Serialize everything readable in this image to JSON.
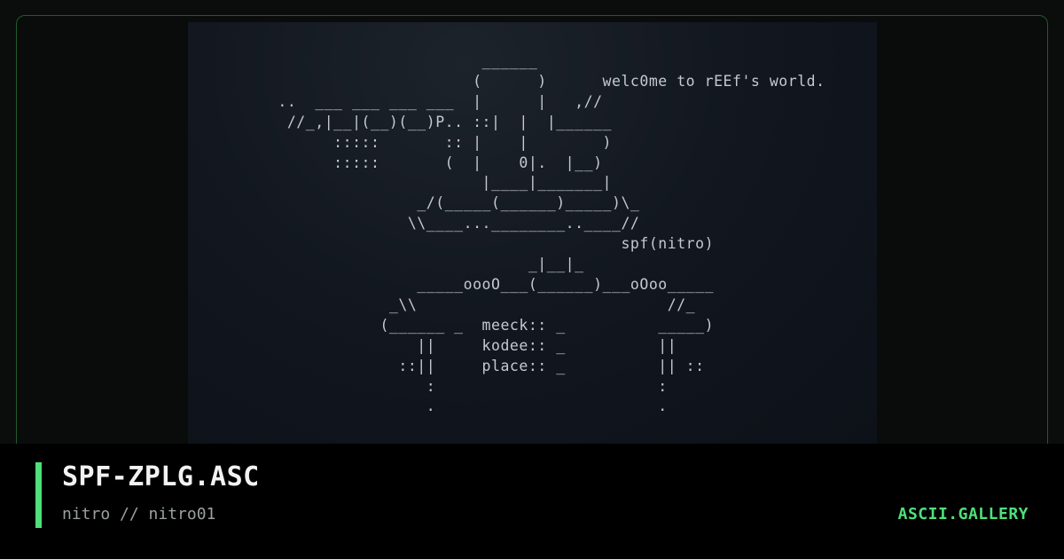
{
  "colors": {
    "background": "#0b0d0c",
    "accent": "#4ee07a",
    "frame_border": "#1f5a2c",
    "title_text": "#f2f2f2",
    "subtitle_text": "#9aa19c",
    "art_text": "#d4d8df"
  },
  "artwork": {
    "lines": [
      "                         ______",
      "                        (      )      welc0me to rEEf's world.",
      "   ..  ___ ___ ___ ___  |      |   ,//",
      "    //_,|__|(__)(__)P.. ::|  |  |______",
      "         :::::       :: |    |        )",
      "         :::::       (  |    0|.  |__)",
      "                         |____|_______|",
      "                  _/(_____(______)_____)\\_",
      "                 \\\\____...________..____//",
      "                                        spf(nitro)",
      "                              _|__|_",
      "                  _____oooO___(______)___oOoo_____",
      "               _\\\\                           //_",
      "              (______ _  meeck:: _          _____)",
      "                  ||     kodee:: _          ||",
      "                ::||     place:: _          || ::",
      "                   :                        :",
      "                   .                        ."
    ]
  },
  "footer": {
    "title": "SPF-ZPLG.ASC",
    "subtitle": "nitro // nitro01",
    "brand": "ASCII.GALLERY"
  }
}
